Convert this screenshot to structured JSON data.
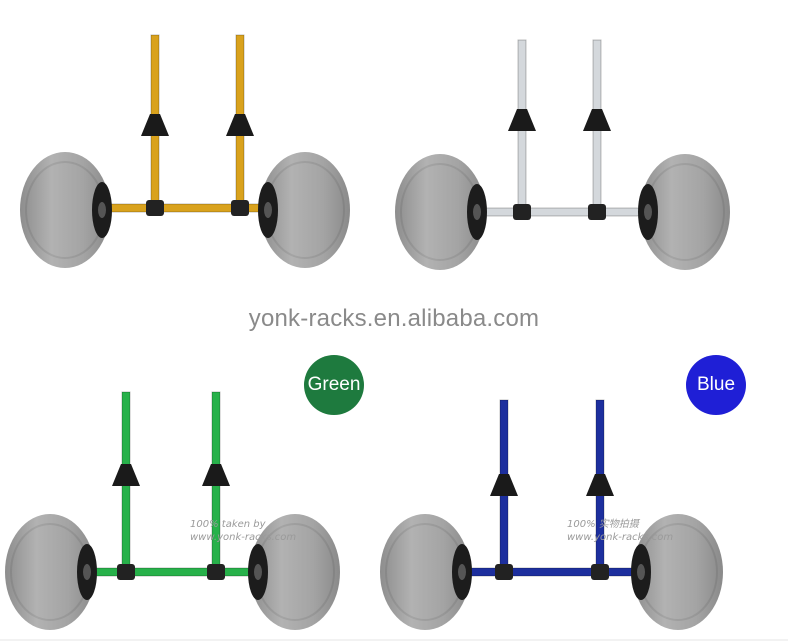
{
  "watermark": "yonk-racks.en.alibaba.com",
  "badges": {
    "green": {
      "label": "Green",
      "color": "#1e7a3e"
    },
    "blue": {
      "label": "Blue",
      "color": "#1f1fd6"
    }
  },
  "stamps": {
    "green": {
      "line1": "100% taken by",
      "line2": "www.yonk-racks.com"
    },
    "blue": {
      "line1": "100% 实物拍摄",
      "line2": "www.yonk-racks.com"
    }
  },
  "carts": [
    {
      "name": "gold",
      "color": "#d9a21d"
    },
    {
      "name": "silver",
      "color": "#d4d8dc"
    },
    {
      "name": "green",
      "color": "#27b14a"
    },
    {
      "name": "blue",
      "color": "#1d2f9e"
    }
  ],
  "wheel_color": "#a9a9a9"
}
